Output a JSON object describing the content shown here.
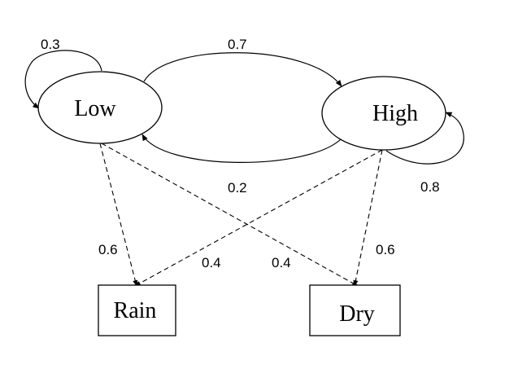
{
  "states": {
    "low": "Low",
    "high": "High"
  },
  "observations": {
    "rain": "Rain",
    "dry": "Dry"
  },
  "transitions": {
    "low_to_low": "0.3",
    "low_to_high": "0.7",
    "high_to_low": "0.2",
    "high_to_high": "0.8"
  },
  "emissions": {
    "low_to_rain": "0.6",
    "low_to_dry": "0.4",
    "high_to_rain": "0.4",
    "high_to_dry": "0.6"
  }
}
